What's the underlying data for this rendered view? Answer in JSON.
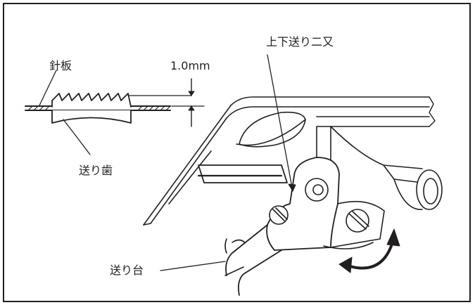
{
  "labels": {
    "needle_plate": "針板",
    "feed_dog": "送り歯",
    "dimension": "1.0mm",
    "feed_lift_fork": "上下送り二又",
    "feed_bar": "送り台"
  },
  "colors": {
    "line": "#231f20",
    "frame": "#231f20",
    "background": "#ffffff"
  },
  "icons": [
    "rotation-arrow-icon"
  ]
}
